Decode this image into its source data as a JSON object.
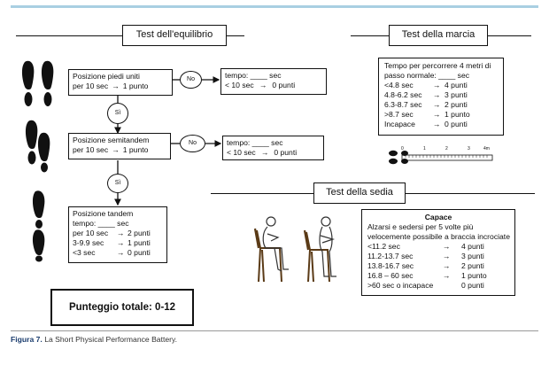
{
  "colors": {
    "top_rule": "#a9cfe2",
    "caption_label": "#1b3d6e",
    "ink": "#111111"
  },
  "balance": {
    "title": "Test dell'equilibrio",
    "box1": {
      "lines": [
        "Posizione piedi uniti",
        "per 10 sec",
        "1 punto"
      ]
    },
    "no1": "No",
    "res1": {
      "l1": "tempo: ____ sec",
      "l2a": "< 10 sec",
      "l2b": "0 punti"
    },
    "si1": "Sì",
    "box2": {
      "lines": [
        "Posizione semitandem",
        "per 10 sec",
        "1 punto"
      ]
    },
    "no2": "No",
    "res2": {
      "l1": "tempo: ____ sec",
      "l2a": "< 10 sec",
      "l2b": "0 punti"
    },
    "si2": "Sì",
    "box3": {
      "l1": "Posizione tandem",
      "l2": "tempo: ____ sec",
      "rows": [
        {
          "a": "per 10 sec",
          "b": "2 punti"
        },
        {
          "a": "3-9.9 sec",
          "b": "1 punti"
        },
        {
          "a": "<3 sec",
          "b": "0 punti"
        }
      ]
    },
    "total": "Punteggio totale: 0-12"
  },
  "gait": {
    "title": "Test della marcia",
    "intro1": "Tempo per percorrere 4 metri di",
    "intro2": "passo normale: ____ sec",
    "rows": [
      {
        "a": "<4.8 sec",
        "b": "4 punti"
      },
      {
        "a": "4.8-6.2 sec",
        "b": "3 punti"
      },
      {
        "a": "6.3-8.7 sec",
        "b": "2 punti"
      },
      {
        "a": ">8.7 sec",
        "b": "1 punto"
      },
      {
        "a": "Incapace",
        "b": "0 punti"
      }
    ],
    "ruler": [
      "0",
      "1",
      "2",
      "3",
      "4m"
    ]
  },
  "chair": {
    "title": "Test della sedia",
    "heading": "Capace",
    "d1": "Alzarsi e sedersi per 5 volte più",
    "d2": "velocemente possibile a braccia incrociate",
    "rows": [
      {
        "a": "<11.2 sec",
        "b": "4 punti"
      },
      {
        "a": "11.2-13.7 sec",
        "b": "3 punti"
      },
      {
        "a": "13.8-16.7 sec",
        "b": "2 punti"
      },
      {
        "a": "16.8 – 60 sec",
        "b": "1 punto"
      },
      {
        "a": ">60 sec o incapace",
        "b": "0 punti"
      }
    ]
  },
  "caption": {
    "label": "Figura 7.",
    "text": "La Short Physical Performance Battery."
  }
}
